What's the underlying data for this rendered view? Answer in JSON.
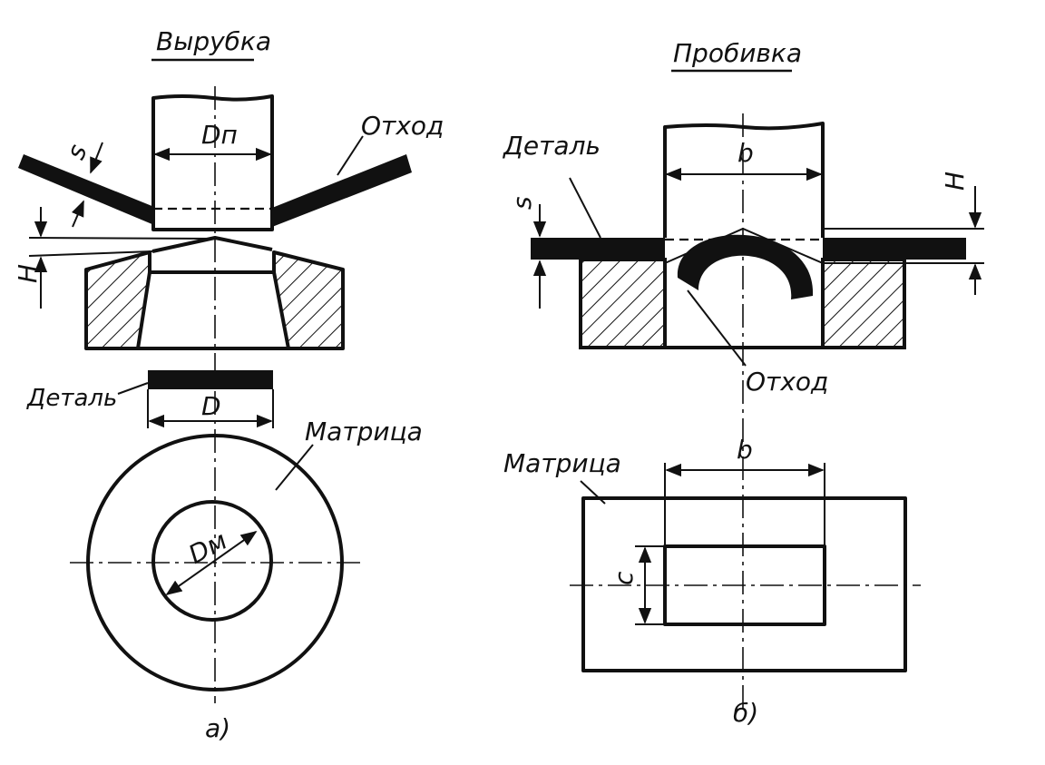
{
  "figure_a": {
    "title": "Вырубка",
    "punch_dim": "Dп",
    "thickness": "s",
    "scrap": "Отход",
    "gap": "H",
    "part": "Деталь",
    "part_dim": "D",
    "die": "Матрица",
    "die_dim": "Dм",
    "caption": "а)"
  },
  "figure_b": {
    "title": "Пробивка",
    "part": "Деталь",
    "punch_dim": "b",
    "thickness": "s",
    "gap": "H",
    "scrap": "Отход",
    "die": "Матрица",
    "die_width": "b",
    "die_height": "c",
    "caption": "б)"
  }
}
